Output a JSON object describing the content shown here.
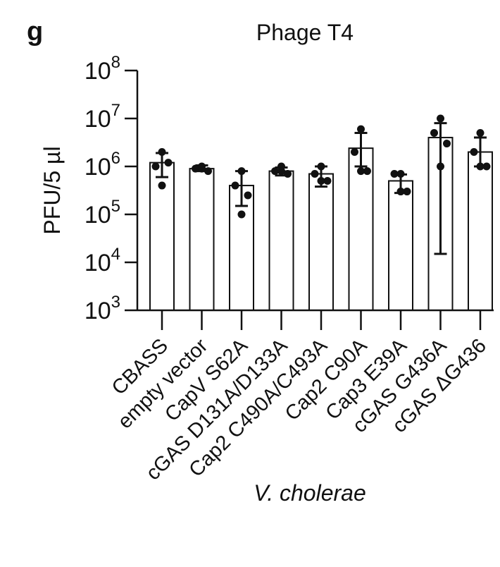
{
  "figure": {
    "panel_letter": "g"
  },
  "chart_data": {
    "type": "bar",
    "title": "Phage T4",
    "ylabel": "PFU/5 µl",
    "xlabel": "V. cholerae",
    "yscale": "log",
    "ylim": [
      1000,
      100000000
    ],
    "yticks": [
      {
        "base": "10",
        "exp": "8"
      },
      {
        "base": "10",
        "exp": "7"
      },
      {
        "base": "10",
        "exp": "6"
      },
      {
        "base": "10",
        "exp": "5"
      },
      {
        "base": "10",
        "exp": "4"
      },
      {
        "base": "10",
        "exp": "3"
      }
    ],
    "categories": [
      "CBASS",
      "empty vector",
      "CapV S62A",
      "cGAS D131A/D133A",
      "Cap2 C490A/C493A",
      "Cap2 C90A",
      "Cap3 E39A",
      "cGAS G436A",
      "cGAS ΔG436"
    ],
    "values": [
      1200000,
      900000,
      400000,
      800000,
      700000,
      2400000,
      500000,
      4000000,
      2000000
    ],
    "error_low": [
      600000,
      800000,
      150000,
      650000,
      380000,
      1000000,
      280000,
      15000,
      1000000
    ],
    "error_high": [
      1900000,
      1050000,
      800000,
      950000,
      1000000,
      5000000,
      680000,
      8000000,
      4000000
    ],
    "points": [
      [
        2000000,
        1000000,
        1200000,
        400000
      ],
      [
        1000000,
        900000,
        800000,
        900000
      ],
      [
        800000,
        400000,
        250000,
        100000
      ],
      [
        1000000,
        800000,
        700000,
        800000
      ],
      [
        1000000,
        700000,
        500000,
        500000
      ],
      [
        6000000,
        2000000,
        800000,
        800000
      ],
      [
        700000,
        700000,
        300000,
        300000
      ],
      [
        10000000,
        5000000,
        3000000,
        1000000
      ],
      [
        5000000,
        2000000,
        1000000,
        1000000
      ]
    ],
    "grid": false,
    "legend": "none"
  }
}
